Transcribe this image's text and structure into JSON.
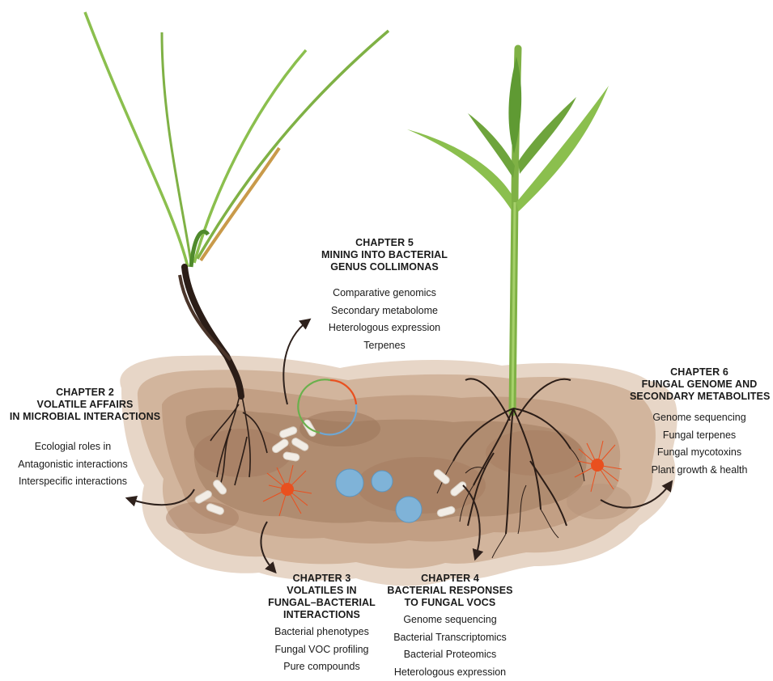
{
  "chapters": [
    {
      "title_lines": [
        "CHAPTER 2",
        "VOLATILE AFFAIRS",
        "IN MICROBIAL INTERACTIONS"
      ],
      "items": [
        "Ecologial roles in",
        "Antagonistic interactions",
        "Interspecific interactions"
      ]
    },
    {
      "title_lines": [
        "CHAPTER 3",
        "VOLATILES IN",
        "FUNGAL–BACTERIAL",
        "INTERACTIONS"
      ],
      "items": [
        "Bacterial phenotypes",
        "Fungal VOC profiling",
        "Pure compounds"
      ]
    },
    {
      "title_lines": [
        "CHAPTER 4",
        "BACTERIAL RESPONSES",
        "TO FUNGAL VOCS"
      ],
      "items": [
        "Genome sequencing",
        "Bacterial Transcriptomics",
        "Bacterial Proteomics",
        "Heterologous expression"
      ]
    },
    {
      "title_lines": [
        "CHAPTER 5",
        "MINING INTO BACTERIAL",
        "GENUS COLLIMONAS"
      ],
      "items": [
        "Comparative genomics",
        "Secondary metabolome",
        "Heterologous expression",
        "Terpenes"
      ]
    },
    {
      "title_lines": [
        "CHAPTER 6",
        "FUNGAL GENOME AND",
        "SECONDARY METABOLITES"
      ],
      "items": [
        "Genome sequencing",
        "Fungal terpenes",
        "Fungal mycotoxins",
        "Plant growth & health"
      ]
    }
  ],
  "colors": {
    "soil_light": "#e7d6c7",
    "soil_mid": "#c9a58a",
    "soil_dark": "#a57b60",
    "leaf_green": "#8bbf4e",
    "leaf_dark": "#4f8a2c",
    "root_dark": "#2b1d17",
    "fungus_orange": "#e9501f",
    "spore_blue": "#7fb3d8",
    "bacteria_white": "#f2ede6",
    "arrow_dark": "#2e211c"
  }
}
